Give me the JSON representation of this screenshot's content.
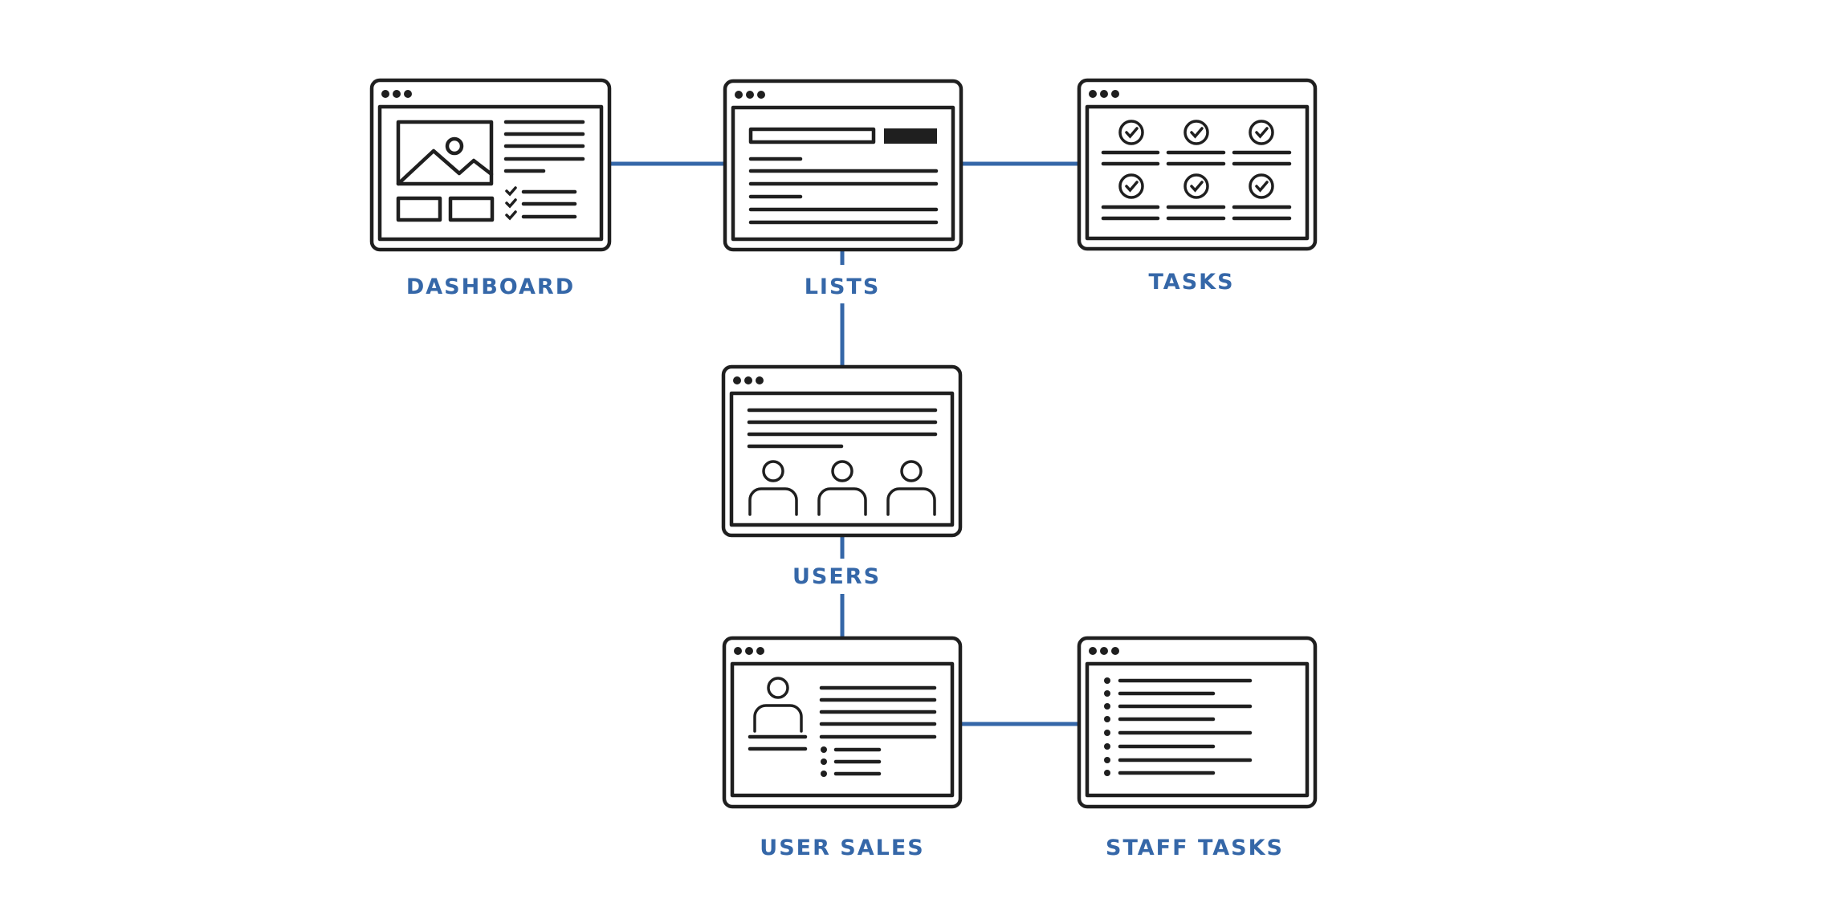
{
  "colors": {
    "connector": "#3567a8",
    "label": "#3567a8",
    "wireframe": "#1f1f1f"
  },
  "pages": {
    "dashboard": {
      "label": "DASHBOARD",
      "icon": "image-gallery-checklist-icon"
    },
    "lists": {
      "label": "LISTS",
      "icon": "search-list-icon"
    },
    "tasks": {
      "label": "TASKS",
      "icon": "checkmark-grid-icon"
    },
    "users": {
      "label": "USERS",
      "icon": "user-group-icon"
    },
    "user_sales": {
      "label": "USER SALES",
      "icon": "user-profile-icon"
    },
    "staff_tasks": {
      "label": "STAFF TASKS",
      "icon": "bullet-list-icon"
    }
  },
  "connections": [
    [
      "dashboard",
      "lists"
    ],
    [
      "lists",
      "tasks"
    ],
    [
      "lists",
      "users"
    ],
    [
      "users",
      "user_sales"
    ],
    [
      "user_sales",
      "staff_tasks"
    ]
  ]
}
